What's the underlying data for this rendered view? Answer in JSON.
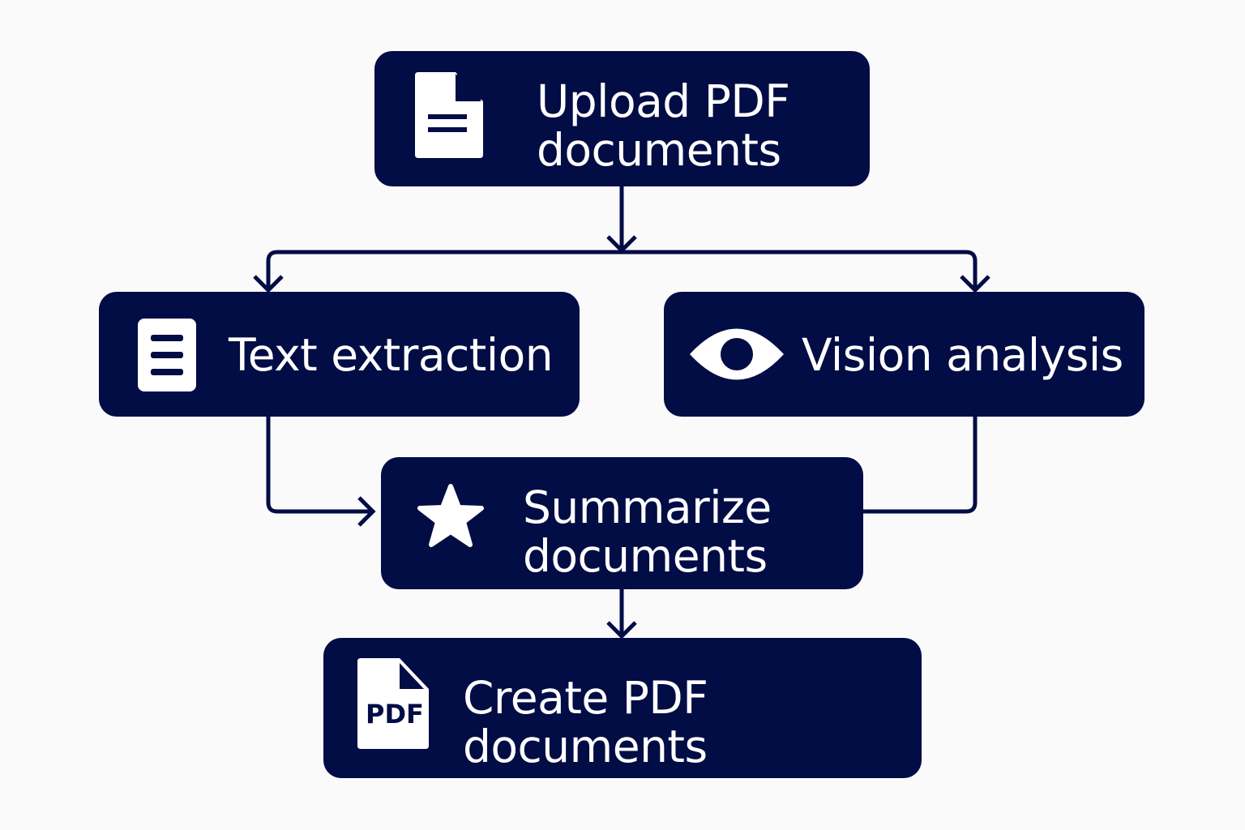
{
  "colors": {
    "box": "#020c45",
    "background": "#fafafa",
    "text": "#ffffff"
  },
  "nodes": {
    "upload": {
      "line1": "Upload PDF",
      "line2": "documents",
      "icon": "document-icon"
    },
    "text_extraction": {
      "label": "Text extraction",
      "icon": "text-lines-icon"
    },
    "vision_analysis": {
      "label": "Vision analysis",
      "icon": "eye-icon"
    },
    "summarize": {
      "line1": "Summarize",
      "line2": "documents",
      "icon": "star-icon"
    },
    "create": {
      "line1": "Create PDF",
      "line2": "documents",
      "icon": "pdf-file-icon",
      "icon_text": "PDF"
    }
  }
}
